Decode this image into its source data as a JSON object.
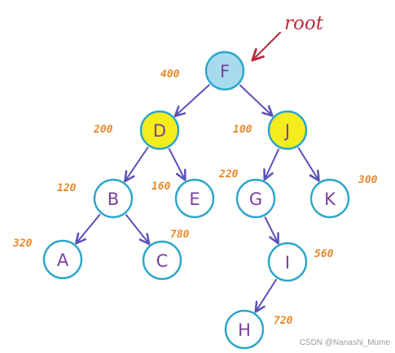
{
  "root_annotation": {
    "text": "root",
    "color": "#c0293a"
  },
  "colors": {
    "node_stroke": "#2ba6c9",
    "root_fill": "#a6dbee",
    "highlight_fill": "#f5ec1e",
    "default_fill": "#ffffff",
    "edge": "#5a52b8",
    "letter": "#7a3f9e",
    "weight": "#e8892b"
  },
  "nodes": [
    {
      "id": "F",
      "label": "F",
      "weight": "400",
      "fill": "root"
    },
    {
      "id": "D",
      "label": "D",
      "weight": "200",
      "fill": "highlight"
    },
    {
      "id": "J",
      "label": "J",
      "weight": "100",
      "fill": "highlight"
    },
    {
      "id": "B",
      "label": "B",
      "weight": "120",
      "fill": "default"
    },
    {
      "id": "E",
      "label": "E",
      "weight": "160",
      "fill": "default"
    },
    {
      "id": "G",
      "label": "G",
      "weight": "220",
      "fill": "default"
    },
    {
      "id": "K",
      "label": "K",
      "weight": "300",
      "fill": "default"
    },
    {
      "id": "A",
      "label": "A",
      "weight": "320",
      "fill": "default"
    },
    {
      "id": "C",
      "label": "C",
      "weight": "780",
      "fill": "default"
    },
    {
      "id": "I",
      "label": "I",
      "weight": "560",
      "fill": "default"
    },
    {
      "id": "H",
      "label": "H",
      "weight": "720",
      "fill": "default"
    }
  ],
  "edges": [
    {
      "from": "F",
      "to": "D"
    },
    {
      "from": "F",
      "to": "J"
    },
    {
      "from": "D",
      "to": "B"
    },
    {
      "from": "D",
      "to": "E"
    },
    {
      "from": "J",
      "to": "G"
    },
    {
      "from": "J",
      "to": "K"
    },
    {
      "from": "B",
      "to": "A"
    },
    {
      "from": "B",
      "to": "C"
    },
    {
      "from": "G",
      "to": "I"
    },
    {
      "from": "I",
      "to": "H"
    }
  ],
  "watermark": "CSDN @Nanashi_Mume"
}
